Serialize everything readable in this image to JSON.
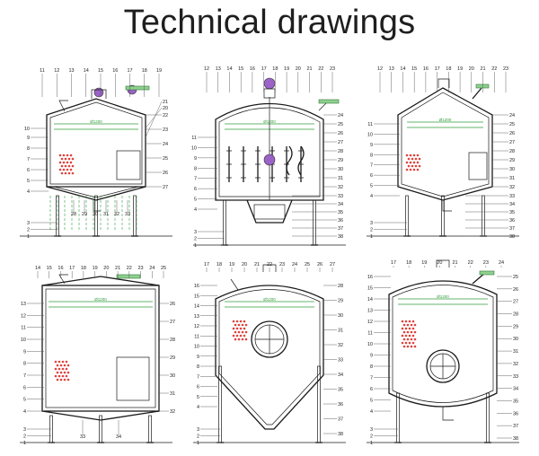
{
  "title": "Technical drawings",
  "drawings": [
    {
      "id": "flat-top-vertical-tank",
      "note": "",
      "callouts": [
        "1",
        "2",
        "3",
        "4",
        "5",
        "6",
        "7",
        "8",
        "9",
        "10",
        "11",
        "12",
        "13",
        "14",
        "15",
        "16",
        "17",
        "18",
        "19",
        "20",
        "21",
        "22",
        "23",
        "24",
        "25",
        "26",
        "27",
        "28",
        "29",
        "30",
        "31",
        "32",
        "33"
      ]
    },
    {
      "id": "vertical-tank-with-agitator",
      "note": "",
      "callouts": [
        "1",
        "2",
        "3",
        "4",
        "5",
        "6",
        "7",
        "8",
        "9",
        "10",
        "11",
        "12",
        "13",
        "14",
        "15",
        "16",
        "17",
        "18",
        "19",
        "20",
        "21",
        "22",
        "23",
        "24",
        "25",
        "26",
        "27",
        "28",
        "29",
        "30",
        "31",
        "32",
        "33",
        "34",
        "35",
        "36",
        "37",
        "38"
      ]
    },
    {
      "id": "vertical-tank-conical-bottom",
      "note": "",
      "callouts": [
        "1",
        "2",
        "3",
        "4",
        "5",
        "6",
        "7",
        "8",
        "9",
        "10",
        "11",
        "12",
        "13",
        "14",
        "15",
        "16",
        "17",
        "18",
        "19",
        "20",
        "21",
        "22",
        "23",
        "24",
        "25",
        "26",
        "27",
        "28",
        "29",
        "30",
        "31",
        "32",
        "33",
        "34",
        "35",
        "36",
        "37",
        "38"
      ]
    },
    {
      "id": "open-top-square-tank",
      "note": "",
      "callouts": [
        "1",
        "2",
        "3",
        "4",
        "5",
        "6",
        "7",
        "8",
        "9",
        "10",
        "11",
        "12",
        "13",
        "14",
        "15",
        "16",
        "17",
        "18",
        "19",
        "20",
        "21",
        "22",
        "23",
        "24",
        "25",
        "26",
        "27",
        "28",
        "29",
        "30",
        "31",
        "32",
        "33",
        "34"
      ]
    },
    {
      "id": "conical-fermenter-with-manway",
      "note": "",
      "callouts": [
        "1",
        "2",
        "3",
        "4",
        "5",
        "6",
        "7",
        "8",
        "9",
        "10",
        "11",
        "12",
        "13",
        "14",
        "15",
        "16",
        "17",
        "18",
        "19",
        "20",
        "21",
        "22",
        "23",
        "24",
        "25",
        "26",
        "27",
        "28",
        "29",
        "30",
        "31",
        "32",
        "33",
        "34",
        "35",
        "36",
        "37",
        "38"
      ]
    },
    {
      "id": "dish-bottom-tank-with-manway",
      "note": "",
      "callouts": [
        "1",
        "2",
        "3",
        "4",
        "5",
        "6",
        "7",
        "8",
        "9",
        "10",
        "11",
        "12",
        "13",
        "14",
        "15",
        "16",
        "17",
        "18",
        "19",
        "20",
        "21",
        "22",
        "23",
        "24",
        "25",
        "26",
        "27",
        "28",
        "29",
        "30",
        "31",
        "32",
        "33",
        "34",
        "35",
        "36",
        "37",
        "38"
      ]
    }
  ]
}
